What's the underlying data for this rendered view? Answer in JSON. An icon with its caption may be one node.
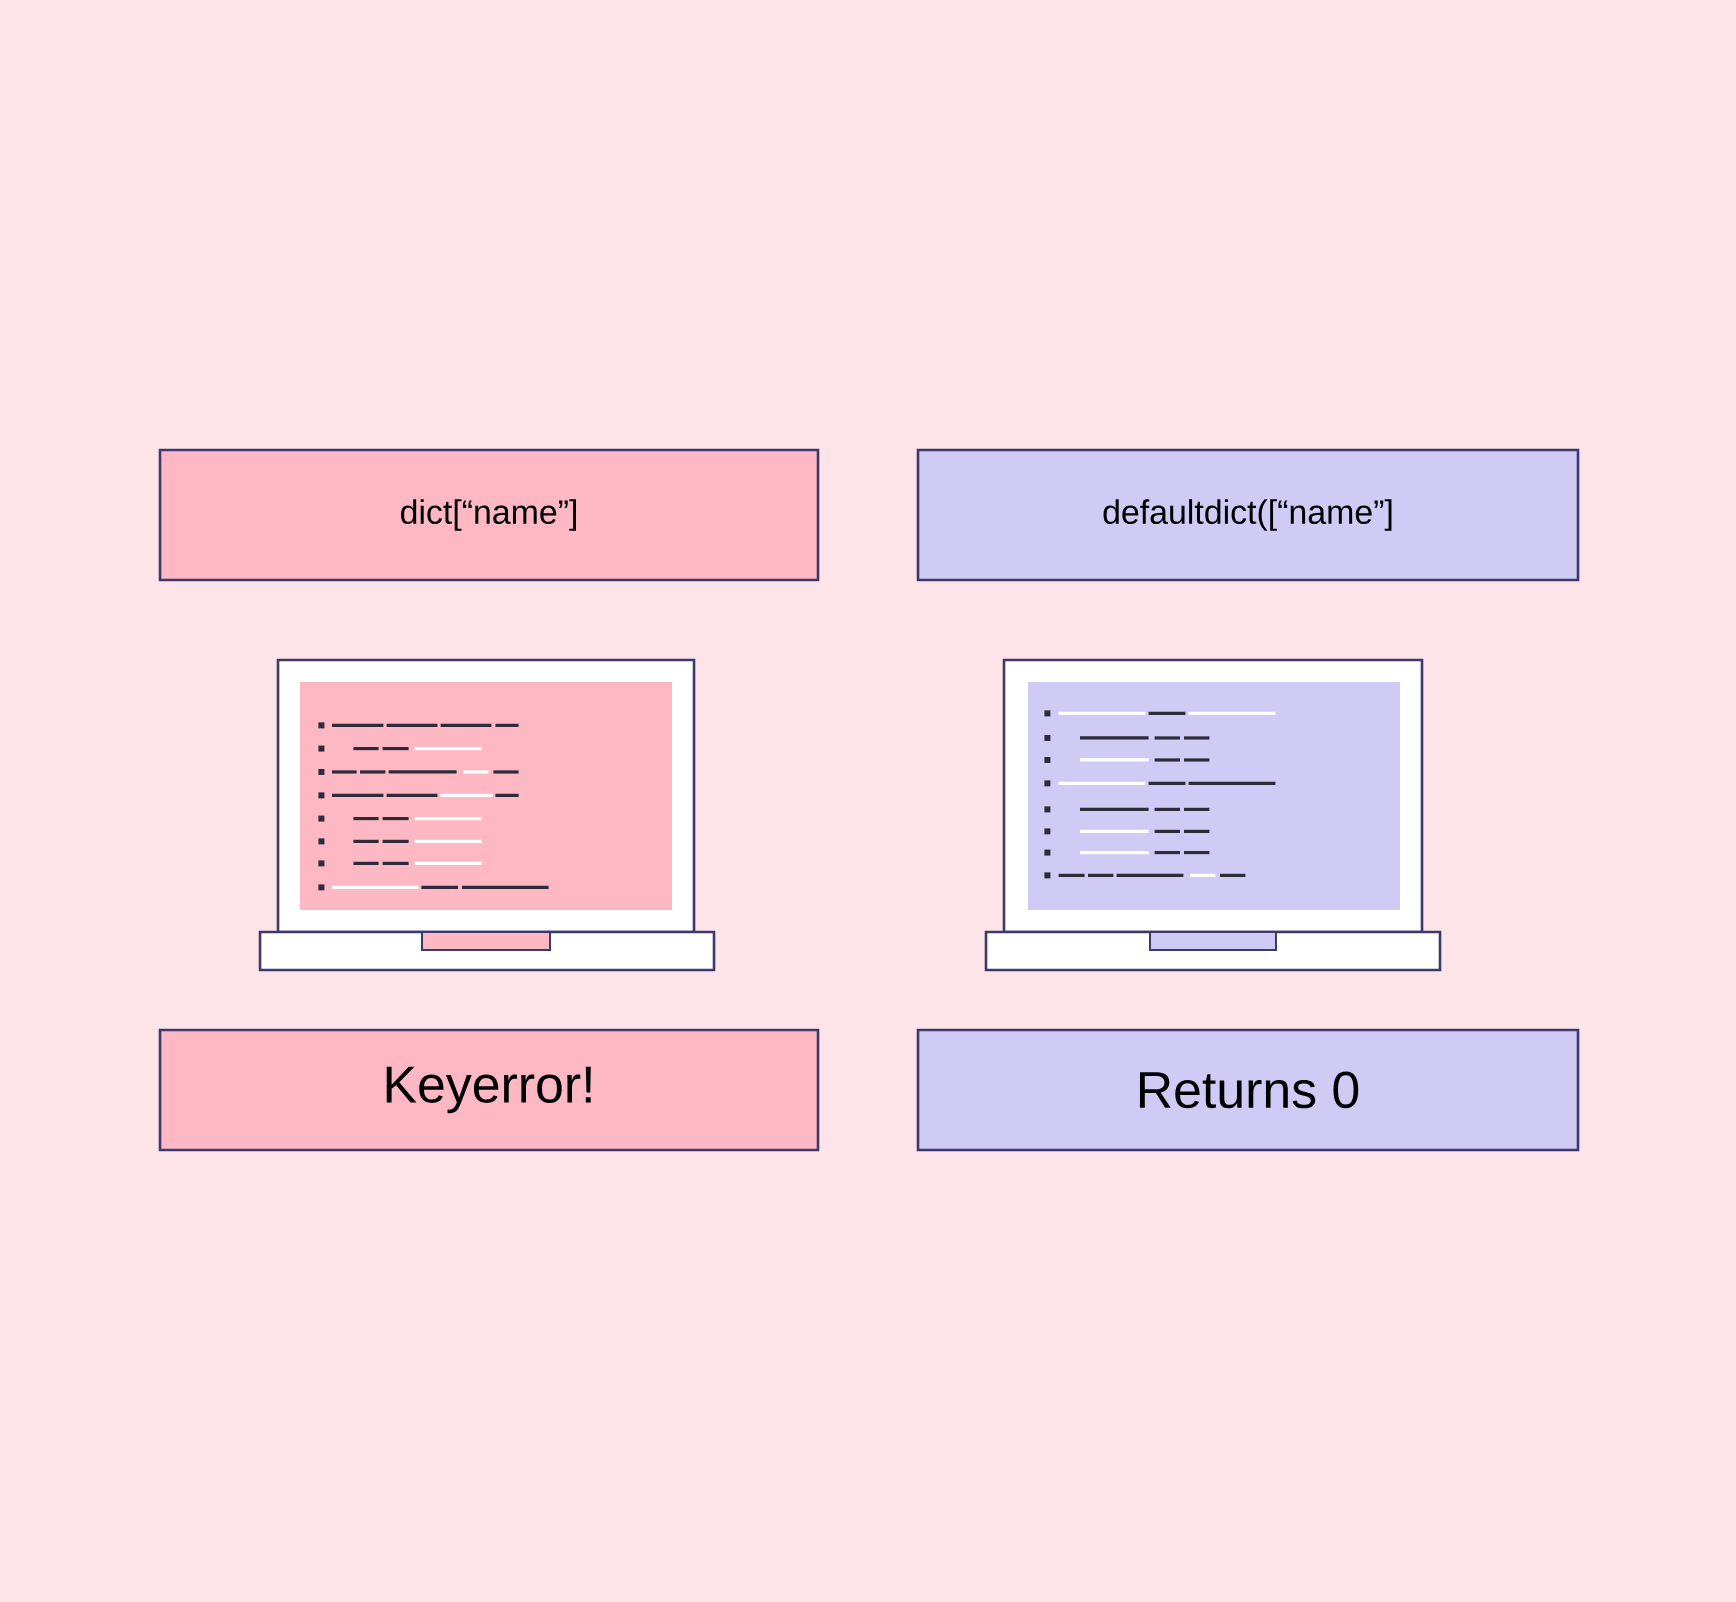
{
  "diagram": {
    "nodes": [
      {
        "text": [
          "dict[“name”]"
        ]
      },
      {
        "text": [
          "defaultdict([“name”]"
        ]
      },
      {
        "text": [
          "Keyerror!"
        ]
      },
      {
        "text": [
          "Returns 0"
        ]
      }
    ]
  }
}
